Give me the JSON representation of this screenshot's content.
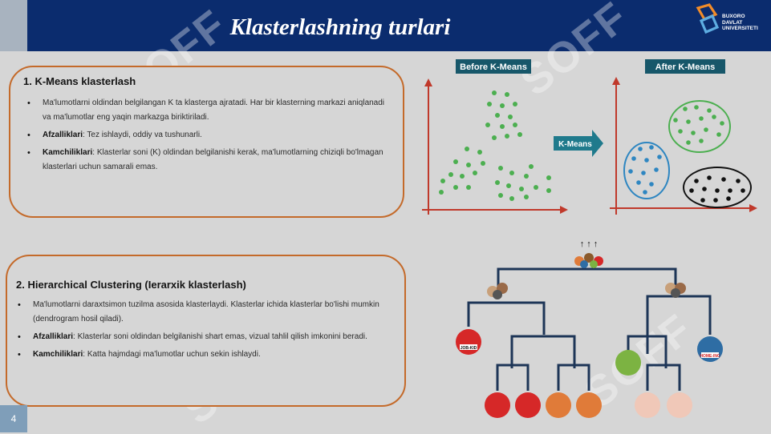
{
  "header": {
    "title": "Klasterlashning turlari",
    "logo_lines": [
      "BUXORO",
      "DAVLAT",
      "UNIVERSITETI"
    ]
  },
  "page_number": "4",
  "watermark": "SOFF",
  "kmeans_section": {
    "heading": "1. K-Means klasterlash",
    "bullet1": "Ma'lumotlarni oldindan belgilangan K ta klasterga ajratadi. Har bir klasterning markazi aniqlanadi va ma'lumotlar eng yaqin markazga biriktiriladi.",
    "bullet2_label": "Afzalliklari",
    "bullet2_text": ": Tez ishlaydi, oddiy va tushunarli.",
    "bullet3_label": "Kamchiliklari",
    "bullet3_text": ": Klasterlar soni (K) oldindan belgilanishi kerak, ma'lumotlarning chiziqli bo'lmagan klasterlari uchun samarali emas."
  },
  "hier_section": {
    "heading": "2. Hierarchical Clustering (Ierarxik klasterlash)",
    "bullet1": "Ma'lumotlarni daraxtsimon tuzilma asosida klasterlaydi. Klasterlar ichida klasterlar bo'lishi mumkin (dendrogram hosil qiladi).",
    "bullet2_label": "Afzalliklari",
    "bullet2_text": ": Klasterlar soni oldindan belgilanishi shart emas, vizual tahlil qilish imkonini beradi.",
    "bullet3_label": "Kamchiliklari",
    "bullet3_text": ": Katta hajmdagi ma'lumotlar uchun sekin ishlaydi."
  },
  "kmeans_figure": {
    "before_label": "Before K-Means",
    "after_label": "After K-Means",
    "arrow_label": "K-Means",
    "colors": {
      "green": "#4caf50",
      "blue": "#2e86c1",
      "black": "#111111",
      "axis": "#c0392b",
      "badge": "#17576a",
      "arrow": "#1f7a8c"
    }
  },
  "dendrogram_figure": {
    "leaf_badges": [
      "JOB-KID",
      "HOME-INC"
    ],
    "colors": {
      "line": "#1d3557",
      "red": "#d62828",
      "orange": "#e07b39",
      "blue": "#2e6da4",
      "green": "#7cb342",
      "pink": "#e8a0a0"
    }
  }
}
